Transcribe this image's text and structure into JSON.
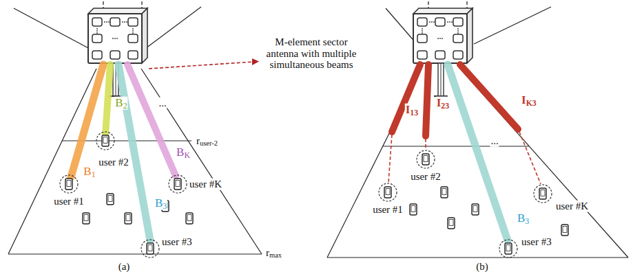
{
  "diagram": {
    "labels": [
      "M-element sector antenna with multiple simultaneous beams",
      "B1",
      "B2",
      "BK",
      "B3",
      "user #1",
      "user #2",
      "user #K",
      "user #3",
      "ruser-2",
      "rmax",
      "...",
      "(a)",
      "I13",
      "I23",
      "IK3",
      "user #1",
      "user #2",
      "user #K",
      "user #3",
      "B3",
      "...",
      "(b)"
    ]
  }
}
